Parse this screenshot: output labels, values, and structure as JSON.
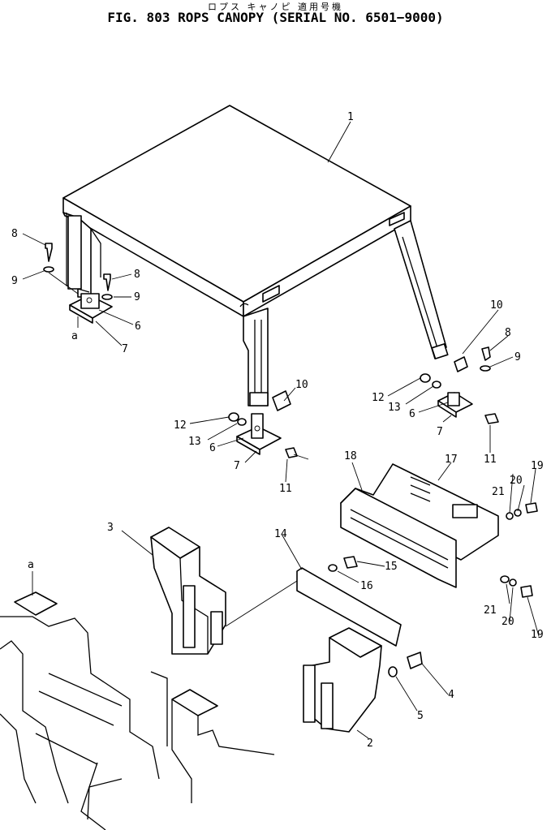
{
  "header": {
    "japanese": "ロプス キャノピ 適用号機",
    "title": "FIG. 803  ROPS CANOPY (SERIAL NO. 6501−9000)"
  },
  "callouts": {
    "c1": "1",
    "c2": "2",
    "c3": "3",
    "c4": "4",
    "c5": "5",
    "c6a": "6",
    "c6b": "6",
    "c6c": "6",
    "c7a": "7",
    "c7b": "7",
    "c7c": "7",
    "c8a": "8",
    "c8b": "8",
    "c8c": "8",
    "c9a": "9",
    "c9b": "9",
    "c9c": "9",
    "c10a": "10",
    "c10b": "10",
    "c11a": "11",
    "c11b": "11",
    "c12a": "12",
    "c12b": "12",
    "c13a": "13",
    "c13b": "13",
    "c14": "14",
    "c15": "15",
    "c16": "16",
    "c17": "17",
    "c18": "18",
    "c19a": "19",
    "c19b": "19",
    "c20a": "20",
    "c20b": "20",
    "c21a": "21",
    "c21b": "21",
    "ref_a_top": "a",
    "ref_a_bottom": "a"
  }
}
